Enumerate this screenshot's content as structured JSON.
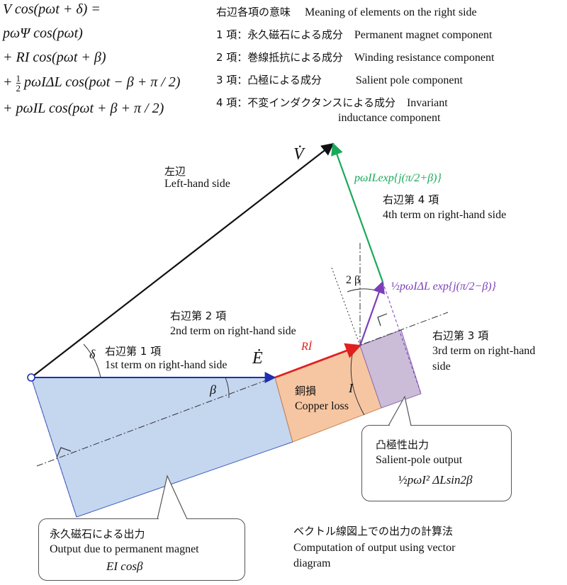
{
  "equations": {
    "line1": "V cos(pωt + δ) =",
    "line2": "pωΨ cos(pωt)",
    "line3": "+ RI cos(pωt + β)",
    "line4_prefix": "+",
    "line4_frac_num": "1",
    "line4_frac_den": "2",
    "line4_rest": "pωIΔL cos(pωt − β + π / 2)",
    "line5": "+ pωIL cos(pωt + β + π / 2)"
  },
  "legend": {
    "header_ja": "右辺各項の意味",
    "header_en": "Meaning of elements on the right side",
    "items": [
      {
        "num_ja": "1 項：永久磁石による成分",
        "en": "Permanent magnet component"
      },
      {
        "num_ja": "2 項：巻線抵抗による成分",
        "en": "Winding resistance component"
      },
      {
        "num_ja": "3 項：凸極による成分",
        "en": "Salient pole component"
      },
      {
        "num_ja": "4 項：不変インダクタンスによる成分",
        "en": "Invariant",
        "en_line2": "inductance component"
      }
    ]
  },
  "labels": {
    "left_side_ja": "左辺",
    "left_side_en": "Left-hand side",
    "V_vec": "V̇",
    "term4_expr": "pωILexp{j(π/2+β)}",
    "term4_ja": "右辺第 4 項",
    "term4_en": "4th term on right-hand side",
    "two_beta": "2 β",
    "term3_expr_frac": "½",
    "term3_expr": "pωIΔL exp{j(π/2−β)}",
    "term2_ja": "右辺第 2 項",
    "term2_en": "2nd term on right-hand side",
    "RI_vec": "Rİ",
    "term3_ja": "右辺第 3 項",
    "term3_en_1": "3rd term on right-hand",
    "term3_en_2": "side",
    "delta": "δ",
    "term1_ja": "右辺第 1 項",
    "term1_en": "1st term on right-hand side",
    "E_vec": "Ė",
    "beta": "β",
    "I_lbl": "I",
    "copper_ja": "銅損",
    "copper_en": "Copper loss",
    "salient_ja": "凸極性出力",
    "salient_en": "Salient-pole output",
    "salient_formula_frac": "½",
    "salient_formula": "pωI² ΔLsin2β",
    "pm_ja": "永久磁石による出力",
    "pm_en": "Output due to permanent magnet",
    "pm_formula": "EI cosβ",
    "method_ja": "ベクトル線図上での出力の計算法",
    "method_en_1": "Computation of output using vector",
    "method_en_2": "diagram"
  },
  "colors": {
    "E_vector": "#1f2fb0",
    "RI_vector": "#e02020",
    "term3_vector": "#7b3fb8",
    "term4_vector": "#1aa85a",
    "V_vector": "#111111",
    "pm_region": "#c5d6ef",
    "copper_region": "#f6c6a2",
    "salient_region": "#cbbcd8"
  }
}
